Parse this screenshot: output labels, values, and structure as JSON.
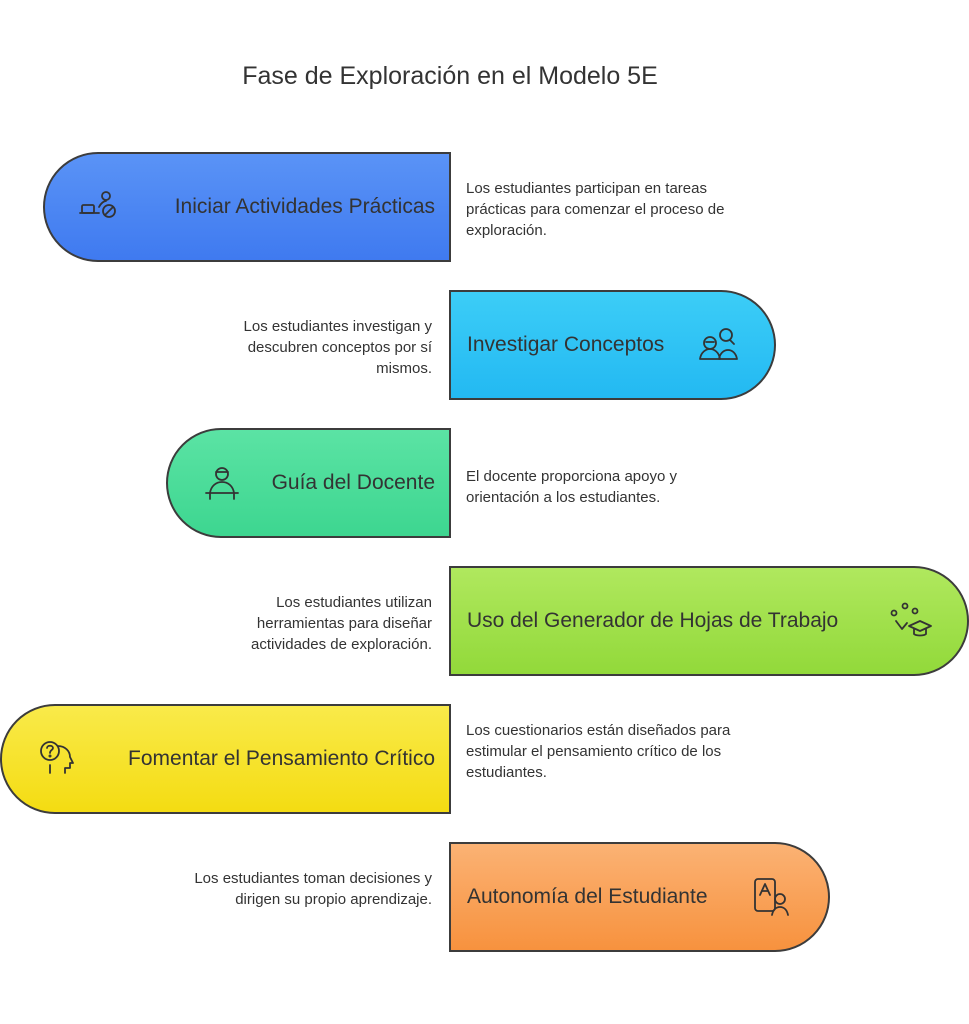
{
  "title": "Fase de Exploración en el Modelo 5E",
  "colors": {
    "blue": "#4b87f3",
    "cyan": "#2fc4f5",
    "green": "#46dc98",
    "lime": "#9fe148",
    "yellow": "#f7e52a",
    "orange": "#f89a49",
    "stroke": "#3c3c3c"
  },
  "steps": [
    {
      "label": "Iniciar Actividades Prácticas",
      "icon": "hands-on-activity-icon",
      "description": "Los estudiantes participan en tareas prácticas para comenzar el proceso de exploración."
    },
    {
      "label": "Investigar Conceptos",
      "icon": "researchers-icon",
      "description": "Los estudiantes investigan y descubren conceptos por sí mismos."
    },
    {
      "label": "Guía del Docente",
      "icon": "teacher-icon",
      "description": "El docente proporciona apoyo y orientación a los estudiantes."
    },
    {
      "label": "Uso del Generador de Hojas de Trabajo",
      "icon": "graduate-cap-icon",
      "description": "Los estudiantes utilizan herramientas para diseñar actividades de exploración."
    },
    {
      "label": "Fomentar el Pensamiento Crítico",
      "icon": "thinking-head-icon",
      "description": "Los cuestionarios están diseñados para estimular el pensamiento crítico de los estudiantes."
    },
    {
      "label": "Autonomía del Estudiante",
      "icon": "student-autonomy-icon",
      "description": "Los estudiantes toman decisiones y dirigen su propio aprendizaje."
    }
  ]
}
